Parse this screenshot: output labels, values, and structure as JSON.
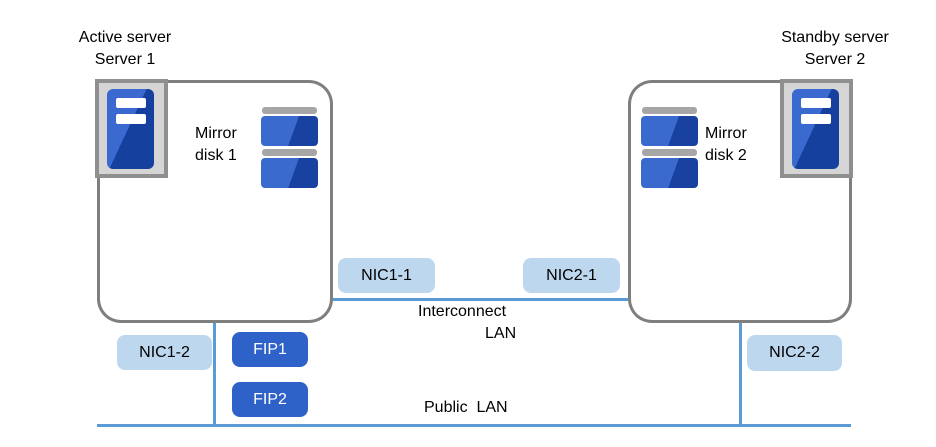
{
  "diagram": {
    "active_server": {
      "role": "Active server",
      "name": "Server 1"
    },
    "standby_server": {
      "role": "Standby server",
      "name": "Server 2"
    },
    "mirror_disk_1": {
      "line1": "Mirror",
      "line2": "disk 1"
    },
    "mirror_disk_2": {
      "line1": "Mirror",
      "line2": "disk 2"
    },
    "nics": {
      "nic1_1": "NIC1-1",
      "nic1_2": "NIC1-2",
      "nic2_1": "NIC2-1",
      "nic2_2": "NIC2-2"
    },
    "fips": {
      "fip1": "FIP1",
      "fip2": "FIP2"
    },
    "lans": {
      "interconnect_line1": "Interconnect",
      "interconnect_line2": "LAN",
      "public": "Public  LAN"
    }
  },
  "icons": {
    "server1": "server-tower-icon",
    "server2": "server-tower-icon",
    "mirror_disk_1": "mirror-disk-stack-icon",
    "mirror_disk_2": "mirror-disk-stack-icon"
  },
  "colors": {
    "lan_line_blue": "#5b9bd5",
    "nic_chip_light_blue": "#bdd7ee",
    "fip_chip_dark_blue": "#2e62c9",
    "box_border_gray": "#7f7f7f",
    "icon_frame_gray": "#8f8f8f",
    "icon_blue_light": "#3a6ad0",
    "icon_blue_dark": "#16409e",
    "disk_cap_gray": "#a6a6a6",
    "text_black": "#000000"
  }
}
